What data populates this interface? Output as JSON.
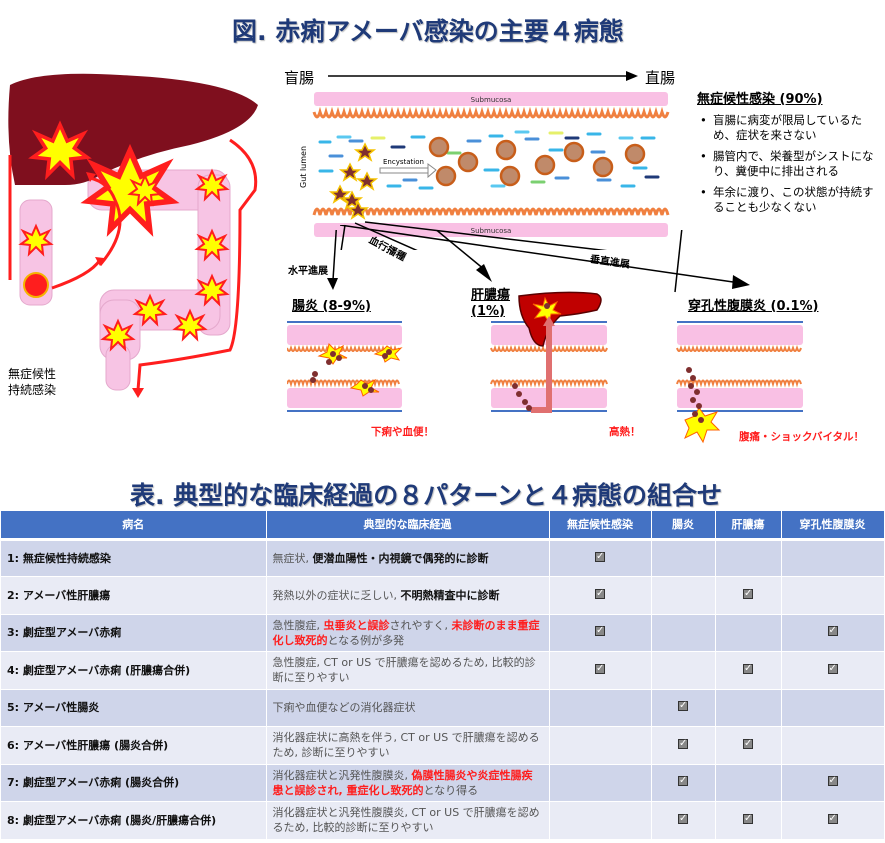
{
  "figure": {
    "title": "図. 赤痢アメーバ感染の主要４病態",
    "anatomy": {
      "carrier_label_line1": "無症候性",
      "carrier_label_line2": "持続感染"
    },
    "lumen": {
      "from_label": "盲腸",
      "to_label": "直腸",
      "submucosa_top": "Submucosa",
      "submucosa_bottom": "Submucosa",
      "gut_lumen_label": "Gut lumen",
      "encystation_label": "Encystation"
    },
    "asymptomatic_box": {
      "heading": "無症候性感染 (90%)",
      "bullets": [
        "盲腸に病変が限局しているため、症状を来さない",
        "腸管内で、栄養型がシストになり、糞便中に排出される",
        "年余に渡り、この状態が持続することも少なくない"
      ]
    },
    "routes": {
      "horizontal": "水平進展",
      "hematogenous": "血行播種",
      "vertical": "垂直進展"
    },
    "subfigures": {
      "colitis": {
        "title": "腸炎 (8-9%)",
        "note": "下痢や血便！"
      },
      "liver_abscess": {
        "title_line1": "肝膿瘍",
        "title_line2": "(1%)",
        "note": "高熱！"
      },
      "peritonitis": {
        "title": "穿孔性腹膜炎 (0.1%)",
        "note": "腹痛・ショックバイタル！"
      }
    },
    "colors": {
      "title": "#1f3a78",
      "liver": "#7f0f1e",
      "submucosa": "#f9c0e4",
      "mucosa": "#f08040",
      "alert_red": "#ff1e1e",
      "burst_yellow": "#ffff00",
      "header_blue": "#4472c4"
    }
  },
  "table": {
    "title": "表. 典型的な臨床経過の８パターンと４病態の組合せ",
    "headers": [
      "病名",
      "典型的な臨床経過",
      "無症候性感染",
      "腸炎",
      "肝膿瘍",
      "穿孔性腹膜炎"
    ],
    "rows": [
      {
        "name": "1: 無症候性持続感染",
        "course_parts": [
          {
            "t": "無症状, ",
            "s": "plain"
          },
          {
            "t": "便潜血陽性・内視鏡で偶発的に診断",
            "s": "bold"
          }
        ],
        "asymptomatic": true,
        "colitis": false,
        "liver_abscess": false,
        "peritonitis": false
      },
      {
        "name": "2: アメーバ性肝膿瘍",
        "course_parts": [
          {
            "t": "発熱以外の症状に乏しい, ",
            "s": "plain"
          },
          {
            "t": "不明熱精査中に診断",
            "s": "bold"
          }
        ],
        "asymptomatic": true,
        "colitis": false,
        "liver_abscess": true,
        "peritonitis": false
      },
      {
        "name": "3: 劇症型アメーバ赤痢",
        "course_parts": [
          {
            "t": "急性腹症, ",
            "s": "plain"
          },
          {
            "t": "虫垂炎と誤診",
            "s": "red"
          },
          {
            "t": "されやすく, ",
            "s": "plain"
          },
          {
            "t": "未診断のまま重症化し致死的",
            "s": "red"
          },
          {
            "t": "となる例が多発",
            "s": "plain"
          }
        ],
        "asymptomatic": true,
        "colitis": false,
        "liver_abscess": false,
        "peritonitis": true
      },
      {
        "name": "4: 劇症型アメーバ赤痢 (肝膿瘍合併)",
        "course_parts": [
          {
            "t": "急性腹症, CT or US で肝膿瘍を認めるため, 比較的診断に至りやすい",
            "s": "plain"
          }
        ],
        "asymptomatic": true,
        "colitis": false,
        "liver_abscess": true,
        "peritonitis": true
      },
      {
        "name": "5: アメーバ性腸炎",
        "course_parts": [
          {
            "t": "下痢や血便などの消化器症状",
            "s": "plain"
          }
        ],
        "asymptomatic": false,
        "colitis": true,
        "liver_abscess": false,
        "peritonitis": false
      },
      {
        "name": "6: アメーバ性肝膿瘍 (腸炎合併)",
        "course_parts": [
          {
            "t": "消化器症状に高熱を伴う, CT or US で肝膿瘍を認めるため, 診断に至りやすい",
            "s": "plain"
          }
        ],
        "asymptomatic": false,
        "colitis": true,
        "liver_abscess": true,
        "peritonitis": false
      },
      {
        "name": "7: 劇症型アメーバ赤痢 (腸炎合併)",
        "course_parts": [
          {
            "t": "消化器症状と汎発性腹膜炎, ",
            "s": "plain"
          },
          {
            "t": "偽膜性腸炎や炎症性腸疾患と誤診され, 重症化し致死的",
            "s": "red"
          },
          {
            "t": "となり得る",
            "s": "plain"
          }
        ],
        "asymptomatic": false,
        "colitis": true,
        "liver_abscess": false,
        "peritonitis": true
      },
      {
        "name": "8: 劇症型アメーバ赤痢 (腸炎/肝膿瘍合併)",
        "course_parts": [
          {
            "t": "消化器症状と汎発性腹膜炎, CT or US で肝膿瘍を認めるため, 比較的診断に至りやすい",
            "s": "plain"
          }
        ],
        "asymptomatic": false,
        "colitis": true,
        "liver_abscess": true,
        "peritonitis": true
      }
    ]
  }
}
